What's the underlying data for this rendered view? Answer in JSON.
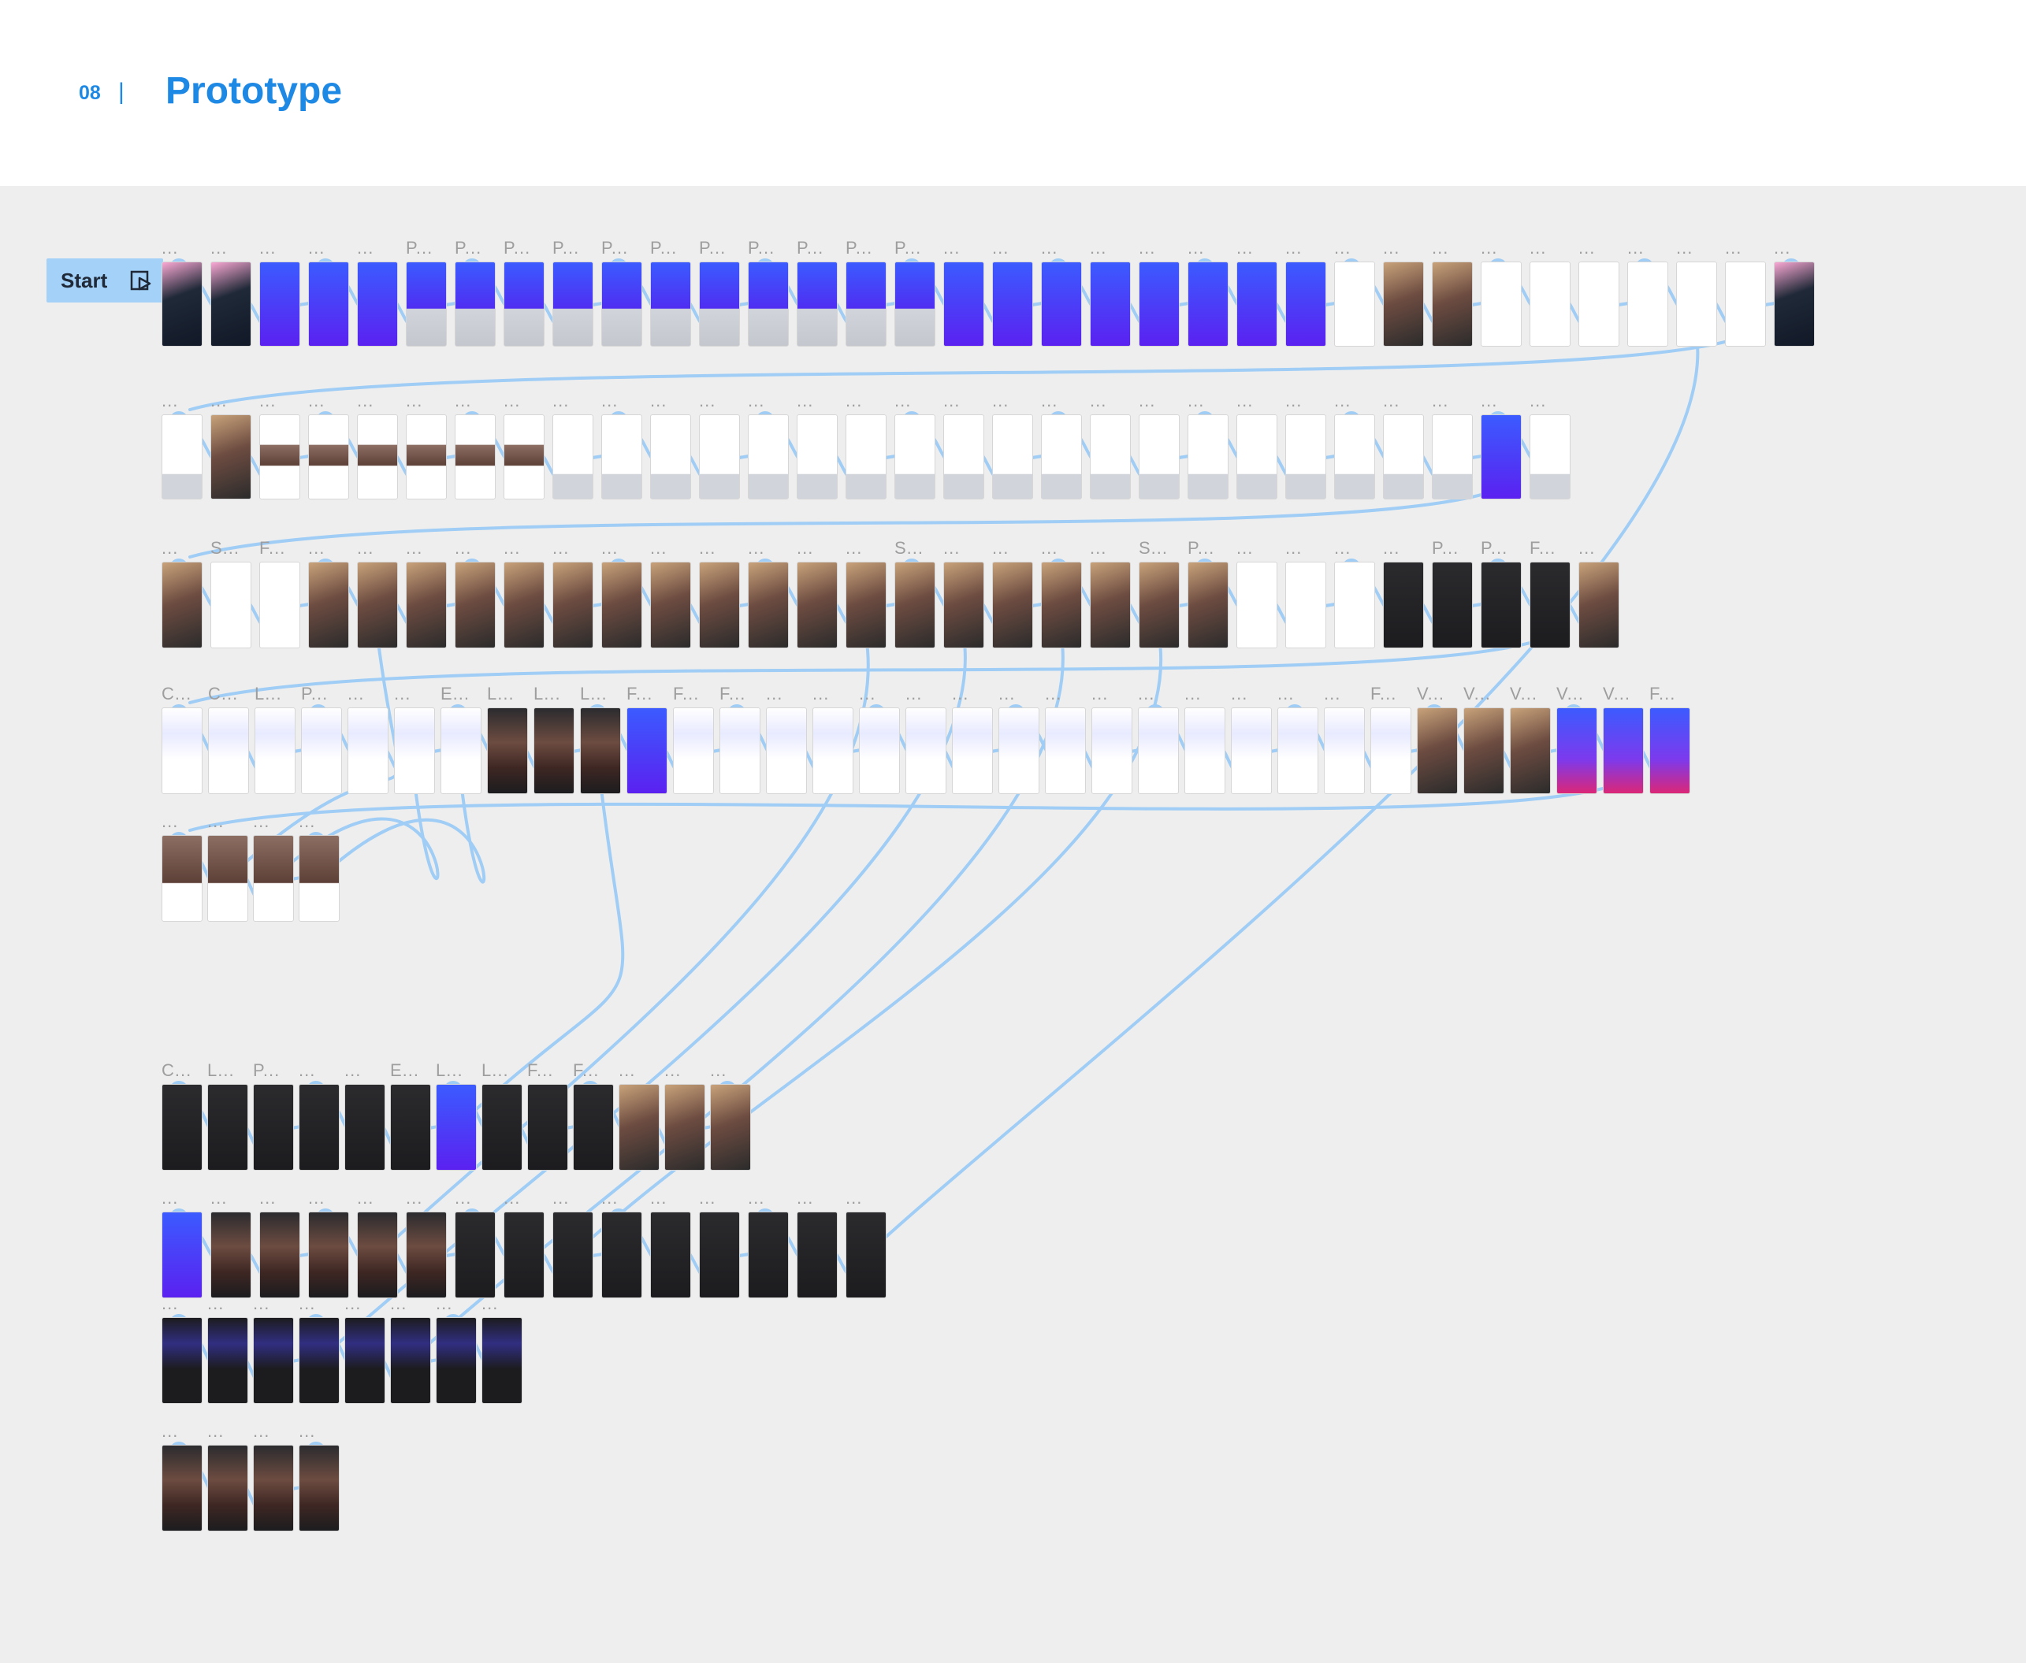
{
  "header": {
    "section_number": "08",
    "separator": "|",
    "title": "Prototype"
  },
  "canvas": {
    "background": "#eeeeee",
    "start_flow": {
      "label": "Start",
      "icon": "play-frame-icon"
    },
    "connector_color": "#9fcdf5",
    "frame_label_color": "#9e9e9e"
  },
  "frame_labels": {
    "row1": [
      "...",
      "...",
      "...",
      "...",
      "...",
      "P...",
      "P...",
      "P...",
      "P...",
      "P...",
      "P...",
      "P...",
      "P...",
      "P...",
      "P...",
      "P...",
      "...",
      "...",
      "...",
      "...",
      "...",
      "...",
      "...",
      "...",
      "...",
      "...",
      "...",
      "...",
      "...",
      "...",
      "...",
      "...",
      "...",
      "..."
    ],
    "row2": [
      "...",
      "...",
      "...",
      "...",
      "...",
      "...",
      "...",
      "...",
      "...",
      "...",
      "...",
      "...",
      "...",
      "...",
      "...",
      "...",
      "...",
      "...",
      "...",
      "...",
      "...",
      "...",
      "...",
      "...",
      "...",
      "...",
      "...",
      "...",
      "..."
    ],
    "row3": [
      "...",
      "S...",
      "F...",
      "...",
      "...",
      "...",
      "...",
      "...",
      "...",
      "...",
      "...",
      "...",
      "...",
      "...",
      "...",
      "S...",
      "...",
      "...",
      "...",
      "...",
      "S...",
      "P...",
      "...",
      "...",
      "...",
      "...",
      "P...",
      "P...",
      "F...",
      "..."
    ],
    "row4": [
      "C...",
      "C...",
      "L...",
      "P...",
      "...",
      "...",
      "E...",
      "L...",
      "L...",
      "L...",
      "F...",
      "F...",
      "F...",
      "...",
      "...",
      "...",
      "...",
      "...",
      "...",
      "...",
      "...",
      "...",
      "...",
      "...",
      "...",
      "...",
      "F...",
      "V...",
      "V...",
      "V...",
      "V...",
      "V...",
      "F..."
    ],
    "row5": [
      "...",
      "...",
      "...",
      "..."
    ],
    "row6": [
      "C...",
      "L...",
      "P...",
      "...",
      "...",
      "E...",
      "L...",
      "L...",
      "F...",
      "F...",
      "...",
      "...",
      "..."
    ],
    "row7": [
      "...",
      "...",
      "...",
      "...",
      "...",
      "...",
      "...",
      "...",
      "...",
      "...",
      "...",
      "...",
      "...",
      "...",
      "..."
    ],
    "row8": [
      "...",
      "...",
      "...",
      "...",
      "...",
      "...",
      "...",
      "..."
    ],
    "row9": [
      "...",
      "...",
      "...",
      "..."
    ]
  }
}
